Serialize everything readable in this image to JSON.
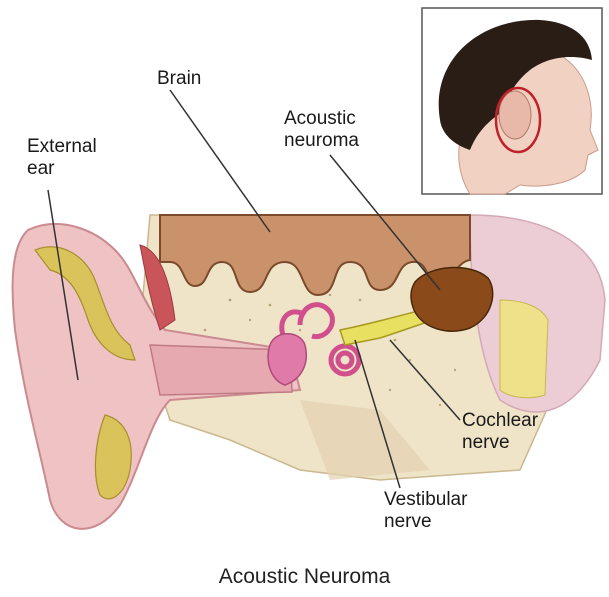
{
  "title": "Acoustic Neuroma",
  "labels": {
    "brain": "Brain",
    "acoustic_neuroma": [
      "Acoustic",
      "neuroma"
    ],
    "external_ear": [
      "External",
      "ear"
    ],
    "cochlear_nerve": [
      "Cochlear",
      "nerve"
    ],
    "vestibular_nerve": [
      "Vestibular",
      "nerve"
    ]
  },
  "colors": {
    "skin": "#efc2c4",
    "skin_dark": "#d99aa0",
    "brain": "#c9926a",
    "brain_outline": "#7a4a2a",
    "bone": "#efe3c8",
    "fat": "#d9c35a",
    "tumor": "#8a4a1a",
    "nerve": "#e8e060",
    "highlight_circle": "#c0202a"
  }
}
